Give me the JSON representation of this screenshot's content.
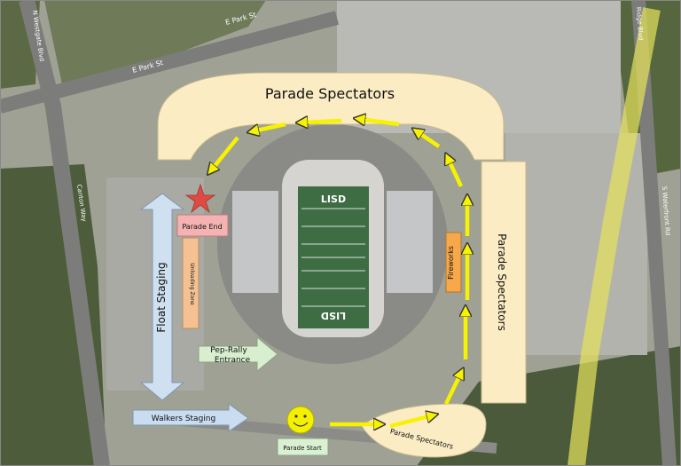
{
  "map": {
    "labels": {
      "parade_spectators_top": "Parade Spectators",
      "parade_spectators_right": "Parade Spectators",
      "parade_spectators_bottom": "Parade Spectators",
      "float_staging": "Float Staging",
      "parade_end": "Parade End",
      "unloading_zone": "Unloading Zone",
      "fireworks": "Fireworks",
      "pep_rally_line1": "Pep-Rally",
      "pep_rally_line2": "Entrance",
      "walkers_staging": "Walkers Staging",
      "parade_start": "Parade Start",
      "field_top": "LISD",
      "field_bottom": "LISD"
    },
    "streets": {
      "e_park_st_1": "E Park St",
      "e_park_st_2": "E Park St",
      "n_street": "N Westgate Blvd",
      "ave": "Canton Way",
      "right_road": "S Waterfront Rd",
      "top_right": "Ridge Blvd"
    },
    "colors": {
      "spectator_fill": "#fbecc4",
      "float_staging_fill": "#cfe0f1",
      "parade_end_fill": "#f4b3b2",
      "unloading_fill": "#f5c193",
      "fireworks_fill": "#f6a84a",
      "pep_rally_fill": "#d8eecf",
      "walkers_fill": "#c9dcf0",
      "parade_start_fill": "#daf0d3",
      "arrow_yellow": "#f7f200",
      "star_red": "#e04a44",
      "smiley_yellow": "#f4f000"
    },
    "icons": {
      "parade_end_marker": "star-icon",
      "parade_start_marker": "smiley-icon"
    }
  }
}
